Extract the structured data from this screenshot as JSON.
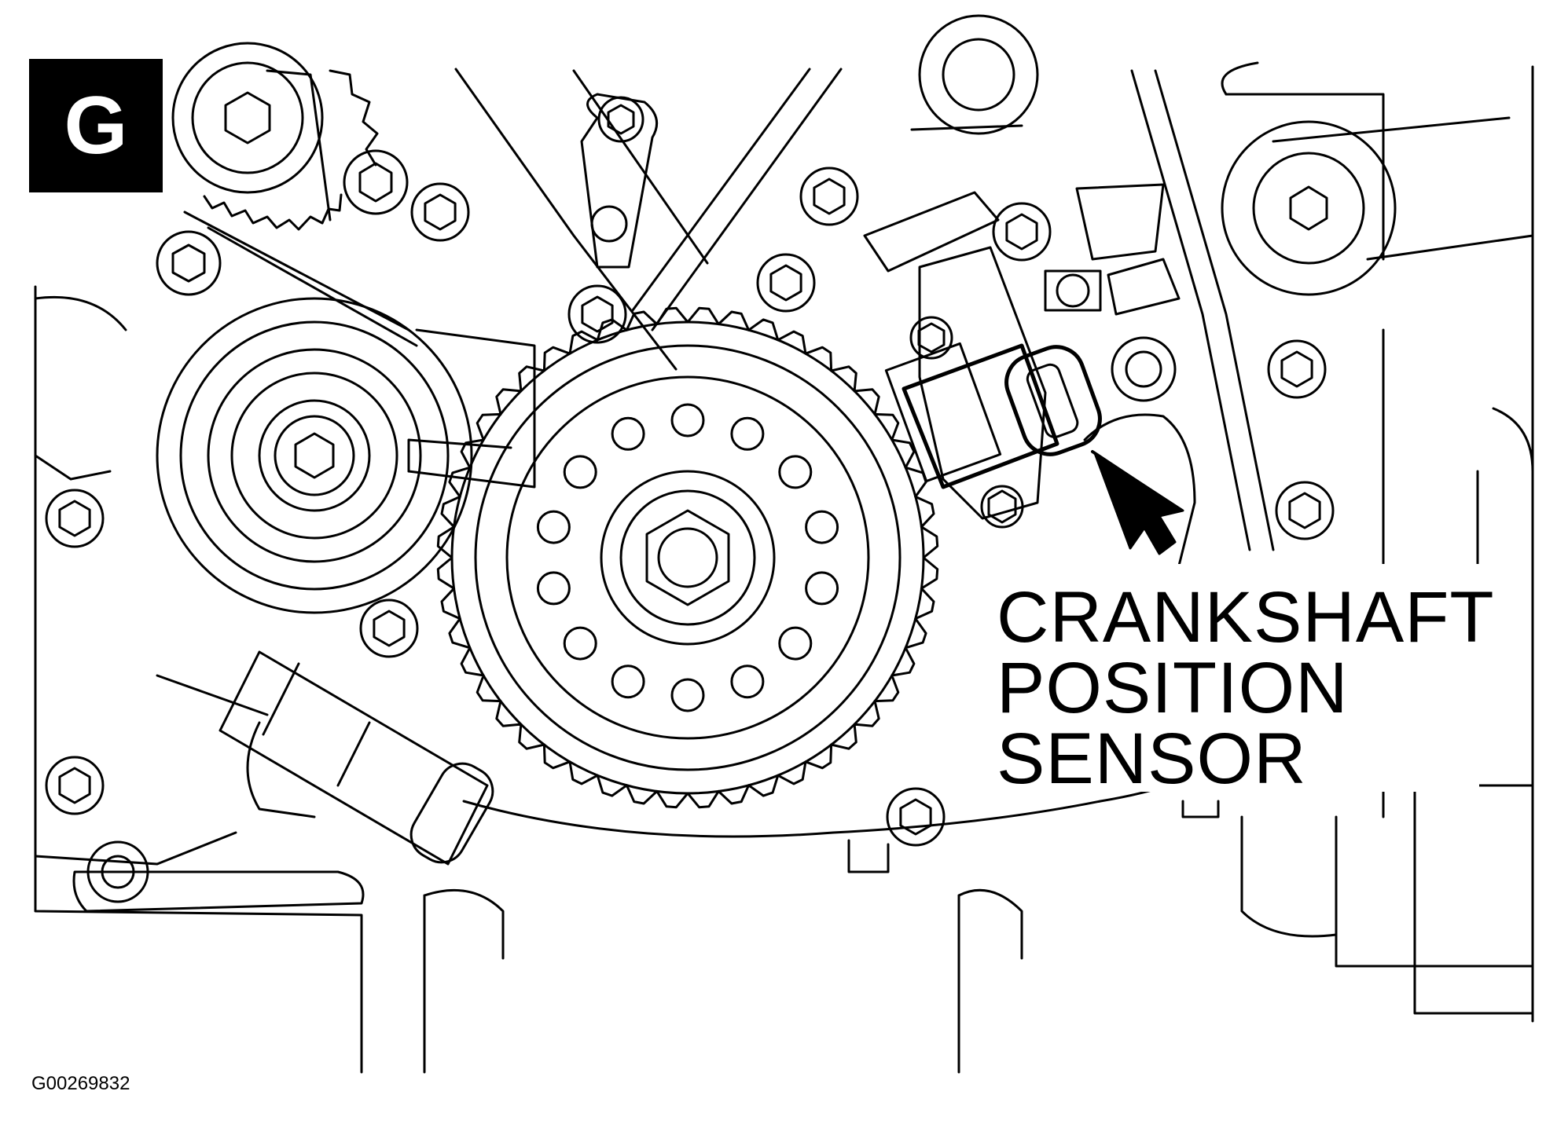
{
  "figure": {
    "view_letter": "G",
    "figure_id": "G00269832",
    "callout": {
      "lines": [
        "CRANKSHAFT",
        "POSITION",
        "SENSOR"
      ]
    }
  },
  "colors": {
    "line": "#000000",
    "background": "#ffffff",
    "badge_background": "#000000",
    "badge_text": "#ffffff"
  },
  "icons": {
    "pointer": "arrow-pointer-icon"
  }
}
